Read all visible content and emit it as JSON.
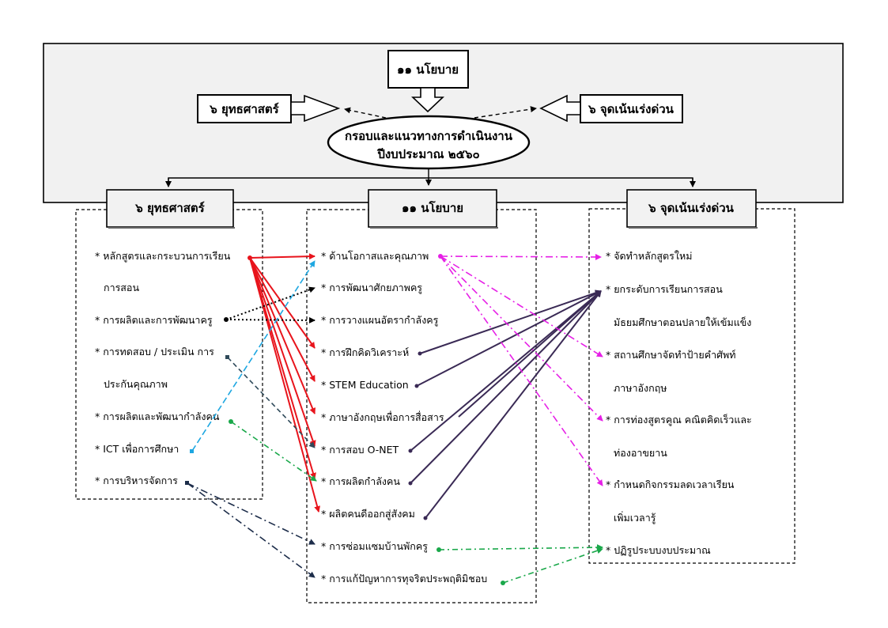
{
  "top": {
    "policy_box": "๑๑ นโยบาย",
    "strategy_box": "๖ ยุทธศาสตร์",
    "focus_box": "๖ จุดเน้นเร่งด่วน",
    "center_line1": "กรอบและแนวทางการดำเนินงาน",
    "center_line2": "ปีงบประมาณ ๒๕๖๐"
  },
  "columns": {
    "strategy": {
      "title": "๖ ยุทธศาสตร์",
      "items": [
        "* หลักสูตรและกระบวนการเรียน",
        "การสอน",
        "* การผลิตและการพัฒนาครู",
        "* การทดสอบ / ประเมิน การ",
        "ประกันคุณภาพ",
        "* การผลิตและพัฒนากำลังคน",
        "* ICT เพื่อการศึกษา",
        "* การบริหารจัดการ"
      ]
    },
    "policy": {
      "title": "๑๑ นโยบาย",
      "items": [
        "* ด้านโอกาสและคุณภาพ",
        "* การพัฒนาศักยภาพครู",
        "* การวางแผนอัตรากำลังครู",
        "* การฝึกคิดวิเคราะห์",
        "* STEM Education",
        "* ภาษาอังกฤษเพื่อการสื่อสาร",
        "* การสอบ O-NET",
        "* การผลิตกำลังคน",
        "* ผลิตคนดีออกสู่สังคม",
        "* การซ่อมแซมบ้านพักครู",
        "* การแก้ปัญหาการทุจริตประพฤติมิชอบ"
      ]
    },
    "focus": {
      "title": "๖ จุดเน้นเร่งด่วน",
      "items": [
        "* จัดทำหลักสูตรใหม่",
        "* ยกระดับการเรียนการสอน",
        "มัธยมศึกษาตอนปลายให้เข้มแข็ง",
        "* สถานศึกษาจัดทำป้ายคำศัพท์",
        "ภาษาอังกฤษ",
        "* การท่องสูตรคูณ คณิตคิดเร็วและ",
        "ท่องอาขยาน",
        "* กำหนดกิจกรรมลดเวลาเรียน",
        "เพิ่มเวลารู้",
        "* ปฏิรูประบบงบประมาณ"
      ]
    }
  },
  "colors": {
    "frame_fill": "#f1f1f1",
    "red": "#e8141c",
    "dark_purple": "#3a2a55",
    "magenta": "#e620e6",
    "cyan": "#1ea7e1",
    "green": "#1aa84a",
    "slate": "#2f4a5a",
    "navy": "#1d2d4a"
  }
}
